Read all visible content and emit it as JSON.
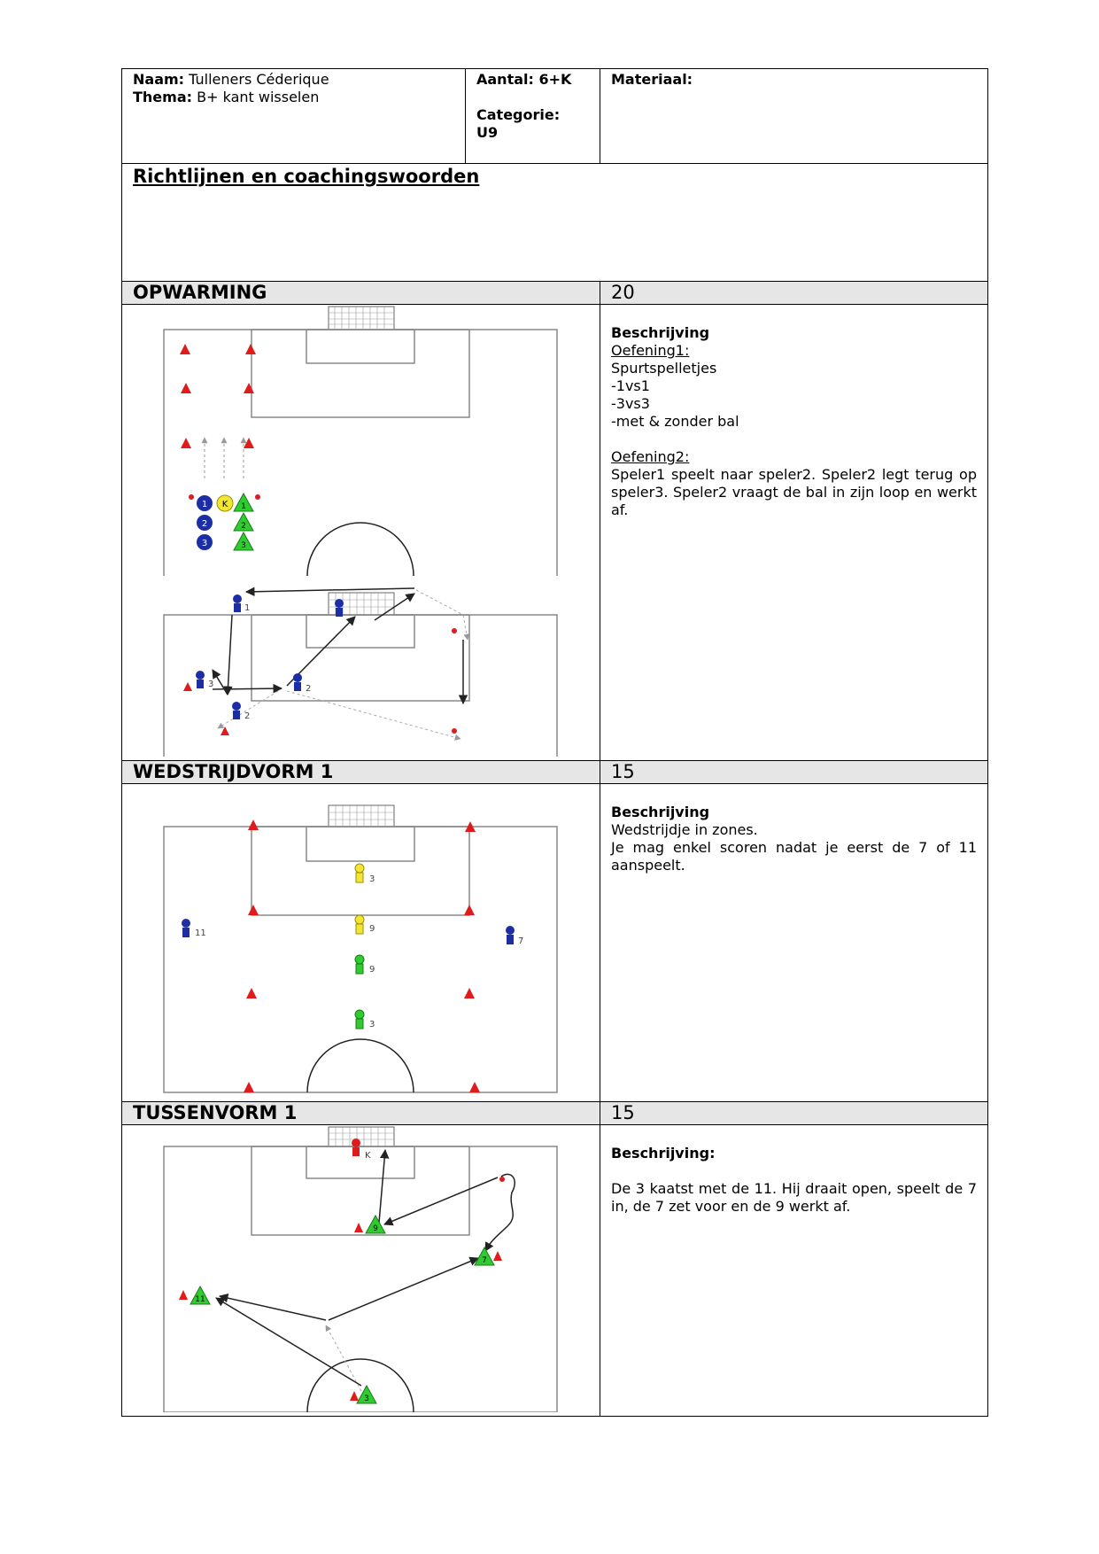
{
  "header": {
    "naam_label": "Naam:",
    "naam_value": "Tulleners Céderique",
    "thema_label": "Thema:",
    "thema_value": "B+ kant wisselen",
    "aantal": "Aantal: 6+K",
    "categorie_label": "Categorie:",
    "categorie_value": "U9",
    "materiaal": "Materiaal:"
  },
  "richtlijnen": {
    "title": "Richtlijnen en coachingswoorden"
  },
  "sections": [
    {
      "name": "OPWARMING",
      "minutes": "20",
      "beschrijving": "Beschrijving",
      "oefening1_title": "Oefening1:",
      "oefening1_lines": [
        "Spurtspelletjes",
        "-1vs1",
        "-3vs3",
        "-met & zonder bal"
      ],
      "oefening2_title": "Oefening2:",
      "oefening2_text": "Speler1 speelt naar speler2. Speler2 legt terug op speler3. Speler2 vraagt de bal in zijn loop en werkt af.",
      "diagram_labels": [
        "1",
        "K",
        "1",
        "2",
        "2",
        "3",
        "3",
        "1",
        "3",
        "2",
        "2"
      ]
    },
    {
      "name": "WEDSTRIJDVORM 1",
      "minutes": "15",
      "beschrijving": "Beschrijving",
      "lines": [
        "Wedstrijdje in zones.",
        "Je mag enkel scoren nadat je eerst de 7 of 11 aanspeelt."
      ],
      "diagram_labels": [
        "3",
        "9",
        "11",
        "7",
        "9",
        "3"
      ]
    },
    {
      "name": "TUSSENVORM 1",
      "minutes": "15",
      "beschrijving": "Beschrijving:",
      "text": "De 3 kaatst met de 11. Hij draait open, speelt de 7 in, de 7 zet voor en de 9 werkt af.",
      "diagram_labels": [
        "K",
        "9",
        "7",
        "11",
        "3"
      ]
    }
  ],
  "colors": {
    "blue_player": "#1c2ea6",
    "yellow_player": "#f2e635",
    "green_player": "#2ecc2e",
    "cone": "#e01b1b",
    "section_bg": "#e6e6e6"
  }
}
